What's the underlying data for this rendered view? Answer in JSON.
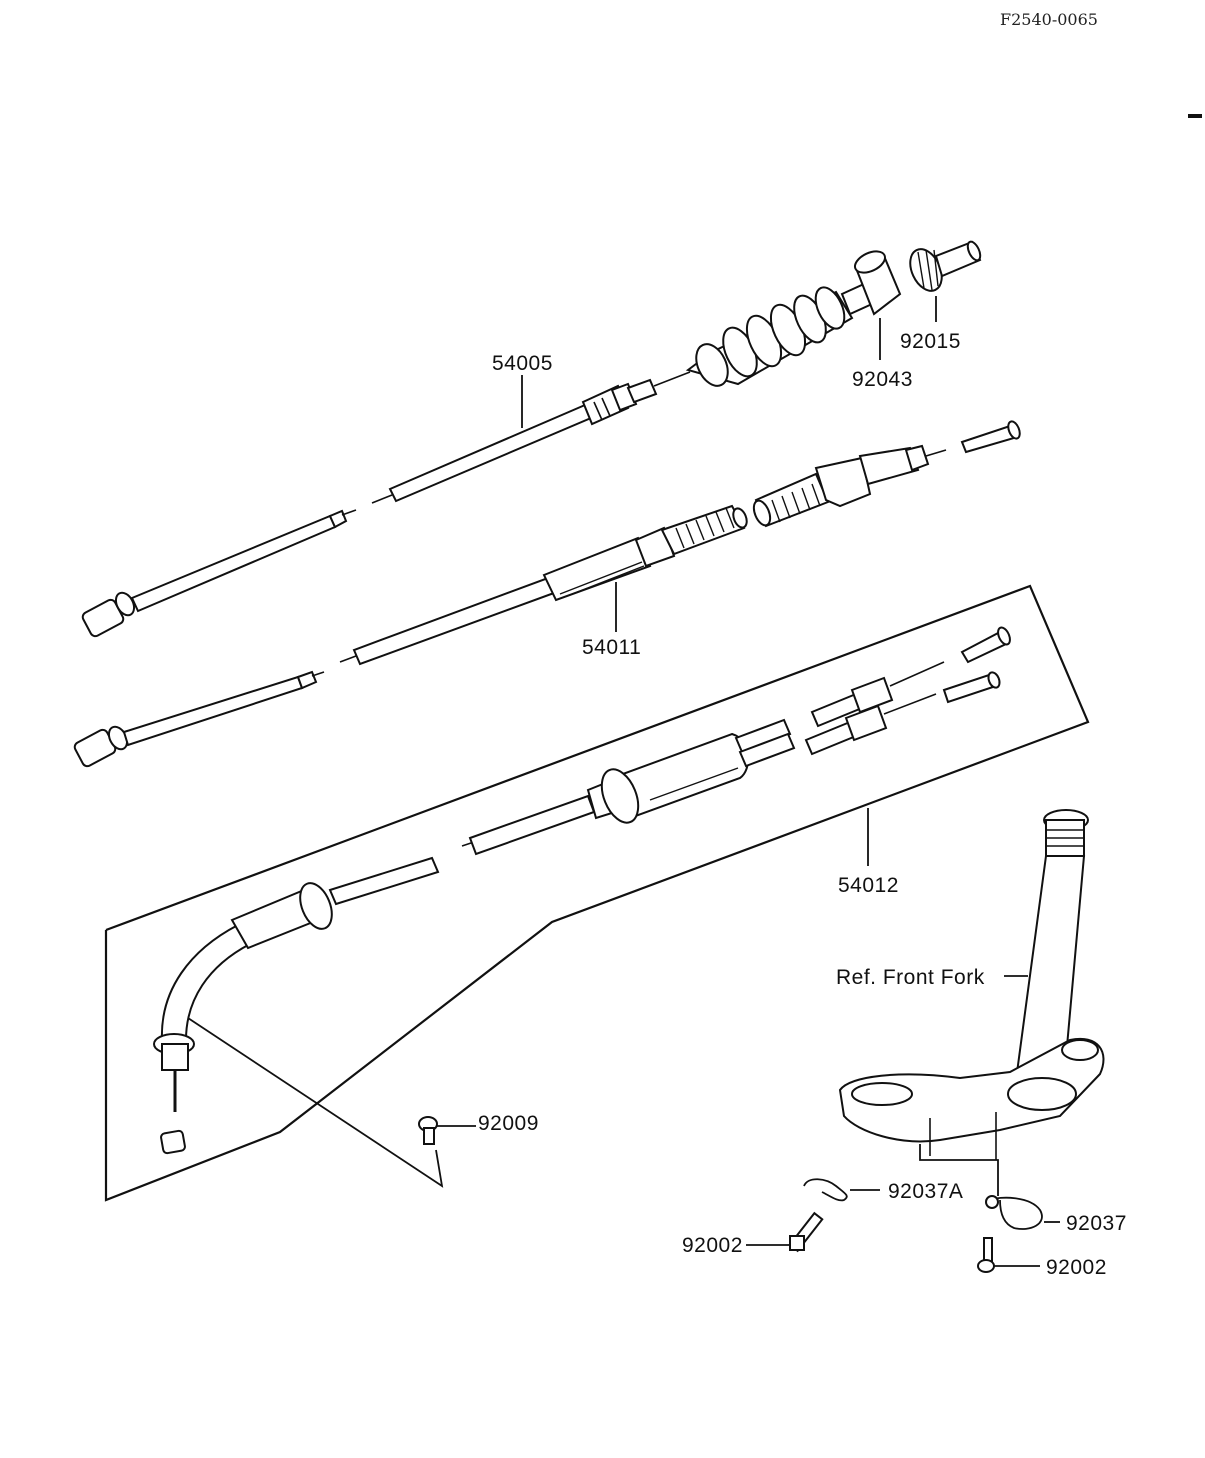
{
  "diagram": {
    "code": "F2540-0065",
    "labels": {
      "p54005": "54005",
      "p92043": "92043",
      "p92015": "92015",
      "p54011": "54011",
      "p54012": "54012",
      "p92009": "92009",
      "ref_front_fork": "Ref. Front Fork",
      "p92037A": "92037A",
      "p92037": "92037",
      "p92002_left": "92002",
      "p92002_right": "92002"
    }
  }
}
